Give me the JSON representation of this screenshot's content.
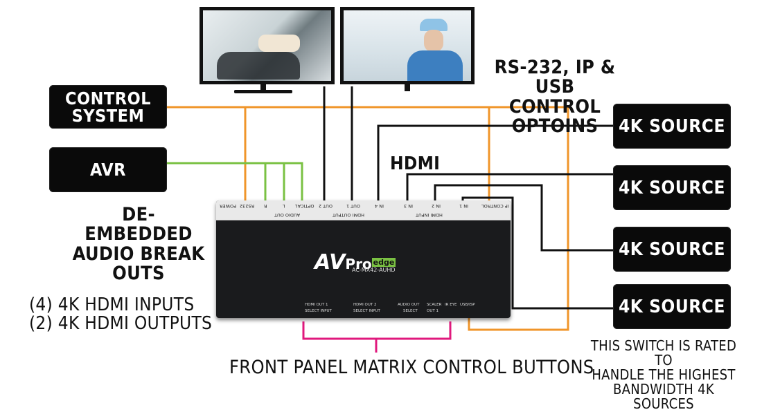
{
  "boxes": {
    "control_system": [
      "CONTROL",
      "SYSTEM"
    ],
    "avr": "AVR",
    "source_1": "4K SOURCE",
    "source_2": "4K SOURCE",
    "source_3": "4K SOURCE",
    "source_4": "4K SOURCE"
  },
  "labels": {
    "rs232": [
      "RS-232, IP & USB",
      "CONTROL OPTOINS"
    ],
    "hdmi": "HDMI",
    "de_embedded": [
      "DE-EMBEDDED",
      "AUDIO BREAK OUTS"
    ],
    "inputs_outputs": [
      "(4) 4K HDMI INPUTS",
      "(2) 4K HDMI OUTPUTS"
    ],
    "front_panel": "FRONT PANEL MATRIX CONTROL BUTTONS",
    "rating": [
      "THIS SWITCH IS RATED TO",
      "HANDLE THE HIGHEST",
      "BANDWIDTH 4K SOURCES"
    ]
  },
  "device": {
    "brand_av": "AV",
    "brand_pro": "Pro",
    "brand_edge": "edge",
    "model": "AC-MX42-AUHD",
    "rear_ports": [
      "POWER",
      "RS232",
      "R",
      "L",
      "OPTICAL",
      "OUT 2",
      "OUT 1",
      "IN 4",
      "IN 3",
      "IN 2",
      "IN 1",
      "IP CONTROL"
    ],
    "rear_groups": [
      "AUDIO OUT",
      "HDMI OUTPUT",
      "HDMI INPUT"
    ],
    "front_controls": [
      {
        "top": "HDMI OUT 1",
        "bottom": "SELECT INPUT"
      },
      {
        "top": "HDMI OUT 2",
        "bottom": "SELECT INPUT"
      },
      {
        "top": "AUDIO OUT",
        "bottom": "SELECT"
      },
      {
        "top": "SCALER",
        "bottom": "OUT 1"
      },
      {
        "top": "IR EYE",
        "bottom": ""
      },
      {
        "top": "USB/ISP",
        "bottom": ""
      }
    ]
  },
  "colors": {
    "control_wire": "#f0952a",
    "audio_wire": "#7ac143",
    "hdmi_wire": "#111111",
    "bracket": "#e0197d",
    "box": "#0a0a0a",
    "device": "#1a1b1d",
    "edge_accent": "#7ac143"
  }
}
